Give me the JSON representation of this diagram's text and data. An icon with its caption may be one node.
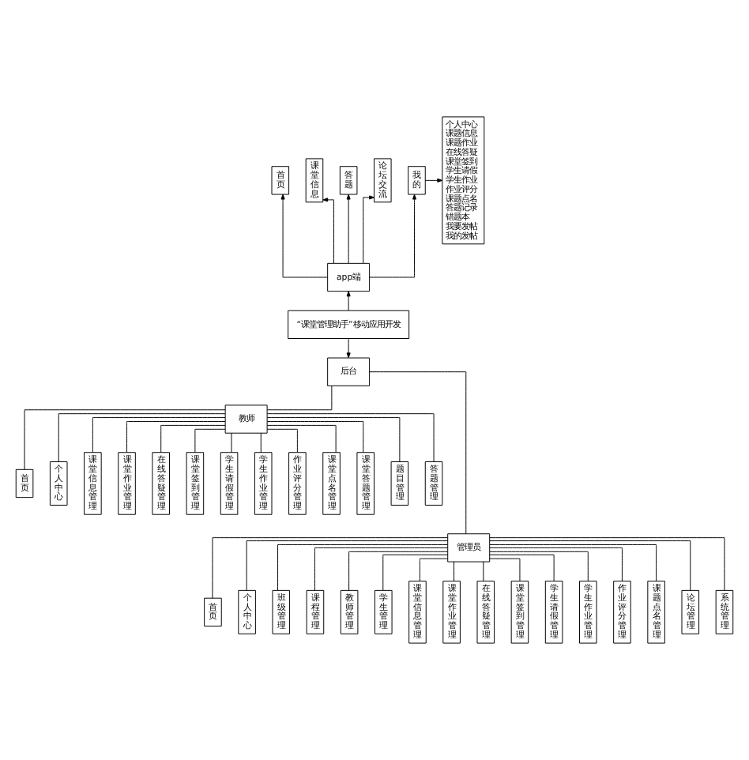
{
  "diagram": {
    "nodes": [
      {
        "text": [
          "首页"
        ]
      },
      {
        "text": [
          "课堂信息"
        ]
      },
      {
        "text": [
          "答题"
        ]
      },
      {
        "text": [
          "论坛交流"
        ]
      },
      {
        "text": [
          "我的"
        ]
      },
      {
        "text": [
          "个人中心",
          "课题信息",
          "课题作业",
          "在线答疑",
          "课堂签到",
          "学生请假",
          "学生作业",
          "作业评分",
          "课题点名",
          "答题记录",
          "错题本",
          "我要发帖",
          "我的发帖"
        ]
      },
      {
        "text": [
          "app端"
        ]
      },
      {
        "text": [
          "“课堂管理助手”移动应用开发"
        ]
      },
      {
        "text": [
          "后台"
        ]
      },
      {
        "text": [
          "教师"
        ]
      },
      {
        "text": [
          "首页"
        ]
      },
      {
        "text": [
          "个人中心"
        ]
      },
      {
        "text": [
          "课堂信息管理"
        ]
      },
      {
        "text": [
          "课堂作业管理"
        ]
      },
      {
        "text": [
          "在线答疑管理"
        ]
      },
      {
        "text": [
          "课堂签到管理"
        ]
      },
      {
        "text": [
          "学生请假管理"
        ]
      },
      {
        "text": [
          "学生作业管理"
        ]
      },
      {
        "text": [
          "作业评分管理"
        ]
      },
      {
        "text": [
          "课堂点名管理"
        ]
      },
      {
        "text": [
          "课堂答题管理"
        ]
      },
      {
        "text": [
          "题目管理"
        ]
      },
      {
        "text": [
          "答题管理"
        ]
      },
      {
        "text": [
          "管理员"
        ]
      },
      {
        "text": [
          "首页"
        ]
      },
      {
        "text": [
          "个人中心"
        ]
      },
      {
        "text": [
          "班级管理"
        ]
      },
      {
        "text": [
          "课程管理"
        ]
      },
      {
        "text": [
          "教师管理"
        ]
      },
      {
        "text": [
          "学生管理"
        ]
      },
      {
        "text": [
          "课堂信息管理"
        ]
      },
      {
        "text": [
          "课堂作业管理"
        ]
      },
      {
        "text": [
          "在线答疑管理"
        ]
      },
      {
        "text": [
          "课堂签到管理"
        ]
      },
      {
        "text": [
          "学生请假管理"
        ]
      },
      {
        "text": [
          "学生作业管理"
        ]
      },
      {
        "text": [
          "作业评分管理"
        ]
      },
      {
        "text": [
          "课题点名管理"
        ]
      },
      {
        "text": [
          "论坛管理"
        ]
      },
      {
        "text": [
          "系统管理"
        ]
      }
    ],
    "edges": [
      {
        "from": 6,
        "to": 0,
        "arrow": "to"
      },
      {
        "from": 6,
        "to": 1,
        "arrow": "to"
      },
      {
        "from": 6,
        "to": 2,
        "arrow": "to"
      },
      {
        "from": 6,
        "to": 3,
        "arrow": "to"
      },
      {
        "from": 6,
        "to": 4,
        "arrow": "to"
      },
      {
        "from": 4,
        "to": 5,
        "arrow": "to"
      },
      {
        "from": 7,
        "to": 6,
        "arrow": "to"
      },
      {
        "from": 7,
        "to": 8,
        "arrow": "to"
      },
      {
        "from": 8,
        "to": 9,
        "arrow": "none"
      },
      {
        "from": 8,
        "to": 23,
        "arrow": "none"
      },
      {
        "from": 9,
        "to": 10,
        "arrow": "none"
      },
      {
        "from": 9,
        "to": 11,
        "arrow": "none"
      },
      {
        "from": 9,
        "to": 12,
        "arrow": "none"
      },
      {
        "from": 9,
        "to": 13,
        "arrow": "none"
      },
      {
        "from": 9,
        "to": 14,
        "arrow": "none"
      },
      {
        "from": 9,
        "to": 15,
        "arrow": "none"
      },
      {
        "from": 9,
        "to": 16,
        "arrow": "none"
      },
      {
        "from": 9,
        "to": 17,
        "arrow": "none"
      },
      {
        "from": 9,
        "to": 18,
        "arrow": "none"
      },
      {
        "from": 9,
        "to": 19,
        "arrow": "none"
      },
      {
        "from": 9,
        "to": 20,
        "arrow": "none"
      },
      {
        "from": 9,
        "to": 21,
        "arrow": "none"
      },
      {
        "from": 9,
        "to": 22,
        "arrow": "none"
      },
      {
        "from": 23,
        "to": 24,
        "arrow": "none"
      },
      {
        "from": 23,
        "to": 25,
        "arrow": "none"
      },
      {
        "from": 23,
        "to": 26,
        "arrow": "none"
      },
      {
        "from": 23,
        "to": 27,
        "arrow": "none"
      },
      {
        "from": 23,
        "to": 28,
        "arrow": "none"
      },
      {
        "from": 23,
        "to": 29,
        "arrow": "none"
      },
      {
        "from": 23,
        "to": 30,
        "arrow": "none"
      },
      {
        "from": 23,
        "to": 31,
        "arrow": "none"
      },
      {
        "from": 23,
        "to": 32,
        "arrow": "none"
      },
      {
        "from": 23,
        "to": 33,
        "arrow": "none"
      },
      {
        "from": 23,
        "to": 34,
        "arrow": "none"
      },
      {
        "from": 23,
        "to": 35,
        "arrow": "none"
      },
      {
        "from": 23,
        "to": 36,
        "arrow": "none"
      },
      {
        "from": 23,
        "to": 37,
        "arrow": "none"
      },
      {
        "from": 23,
        "to": 38,
        "arrow": "none"
      },
      {
        "from": 23,
        "to": 39,
        "arrow": "none"
      }
    ]
  }
}
